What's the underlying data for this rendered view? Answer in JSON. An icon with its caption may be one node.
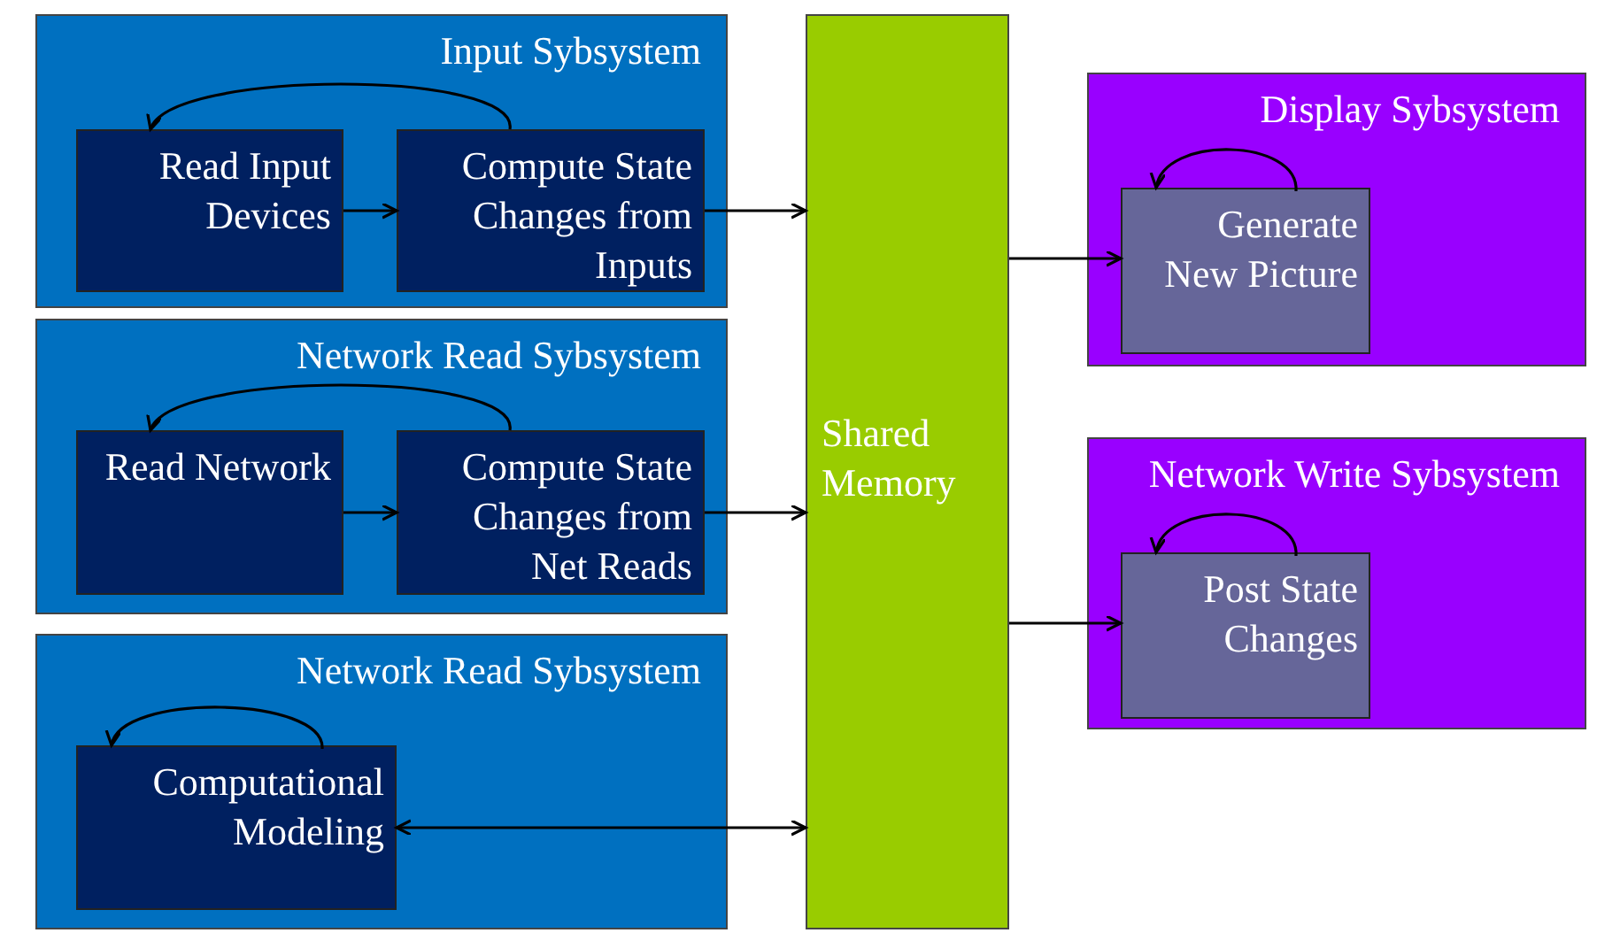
{
  "diagram": {
    "nodes": [
      {
        "text": [
          "Input Sybsystem"
        ]
      },
      {
        "text": [
          "Read Input Devices"
        ],
        "in": 0
      },
      {
        "text": [
          "Compute State Changes from Inputs"
        ],
        "in": 0
      },
      {
        "text": [
          "Network Read Sybsystem"
        ]
      },
      {
        "text": [
          "Read Network"
        ],
        "in": 3
      },
      {
        "text": [
          "Compute State Changes from Net Reads"
        ],
        "in": 3
      },
      {
        "text": [
          "Network Read Sybsystem"
        ]
      },
      {
        "text": [
          "Computational Modeling"
        ],
        "in": 6
      },
      {
        "text": [
          "Shared Memory"
        ]
      },
      {
        "text": [
          "Display Sybsystem"
        ]
      },
      {
        "text": [
          "Generate New Picture"
        ],
        "in": 9
      },
      {
        "text": [
          "Network Write Sybsystem"
        ]
      },
      {
        "text": [
          "Post State Changes"
        ],
        "in": 11
      }
    ],
    "edges": [
      {
        "from": 2,
        "to": 1,
        "arrow": "to"
      },
      {
        "from": 1,
        "to": 2,
        "arrow": "to"
      },
      {
        "from": 2,
        "to": 8,
        "arrow": "to"
      },
      {
        "from": 5,
        "to": 4,
        "arrow": "to"
      },
      {
        "from": 4,
        "to": 5,
        "arrow": "to"
      },
      {
        "from": 5,
        "to": 8,
        "arrow": "to"
      },
      {
        "from": 7,
        "to": 7,
        "arrow": "to"
      },
      {
        "from": 7,
        "to": 8,
        "arrow": "both"
      },
      {
        "from": 8,
        "to": 10,
        "arrow": "to"
      },
      {
        "from": 10,
        "to": 10,
        "arrow": "to"
      },
      {
        "from": 8,
        "to": 12,
        "arrow": "to"
      },
      {
        "from": 12,
        "to": 12,
        "arrow": "to"
      }
    ]
  }
}
